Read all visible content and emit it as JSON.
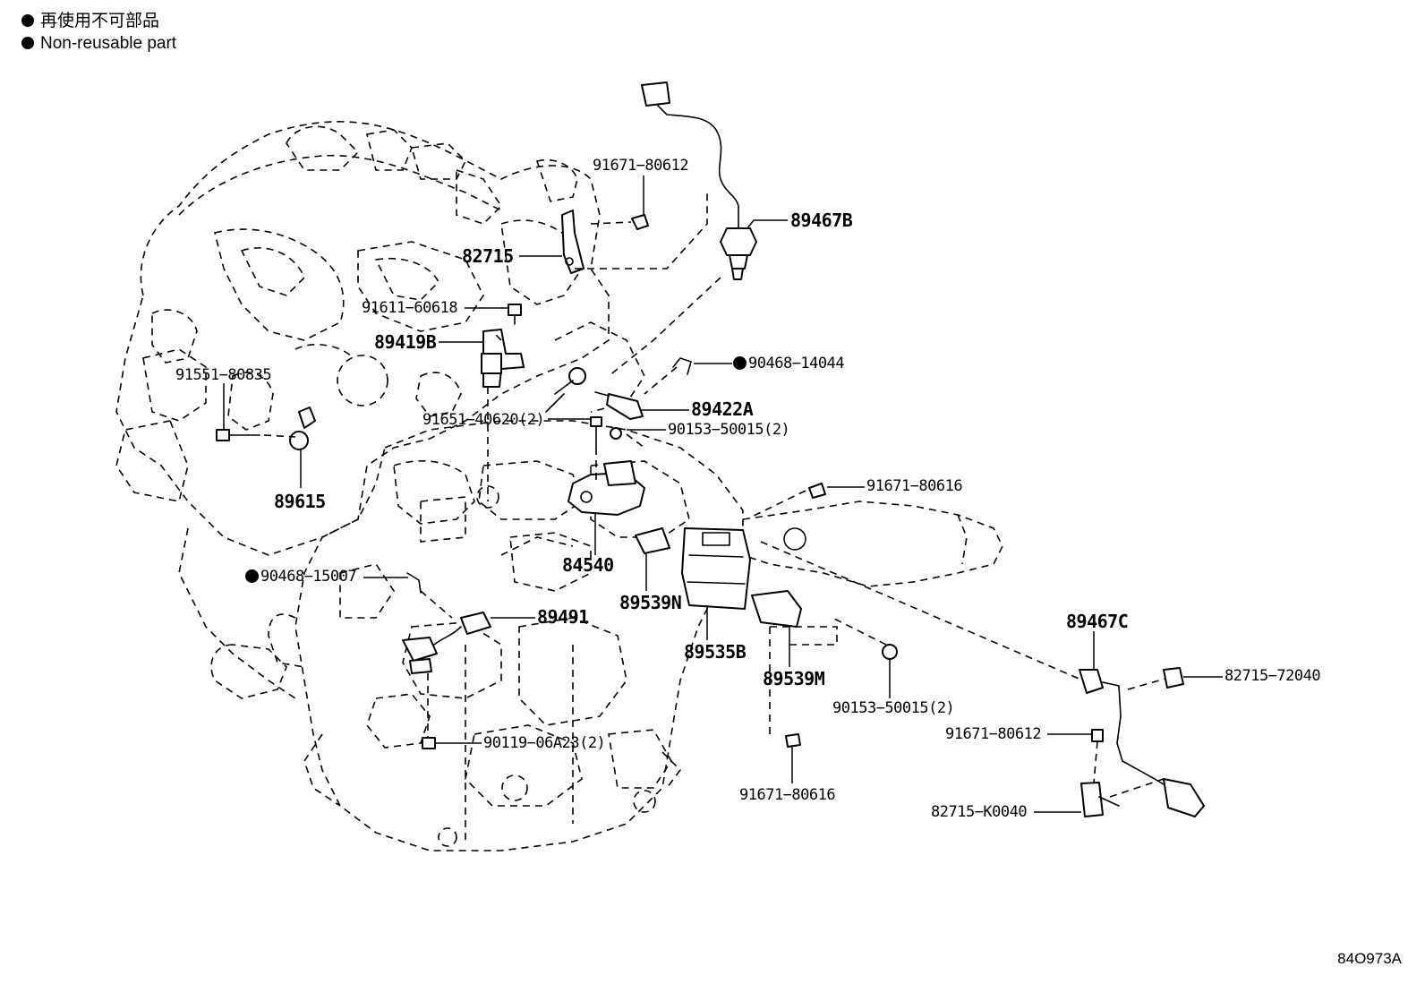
{
  "legend": {
    "line1": "再使用不可部品",
    "line2": "Non-reusable part"
  },
  "labels": {
    "p91671_80612_top": "91671−80612",
    "p89467B": "89467B",
    "p82715": "82715",
    "p91611_60618": "91611−60618",
    "p89419B": "89419B",
    "p90468_14044": "90468−14044",
    "p91551_80835": "91551−80835",
    "p89422A": "89422A",
    "p91651_40620": "91651−40620(2)",
    "p90153_50015_top": "90153−50015(2)",
    "p89615": "89615",
    "p91671_80616_top": "91671−80616",
    "p90468_15007": "90468−15007",
    "p84540": "84540",
    "p89539N": "89539N",
    "p89491": "89491",
    "p89535B": "89535B",
    "p89467C": "89467C",
    "p82715_72040": "82715−72040",
    "p89539M": "89539M",
    "p90153_50015_bot": "90153−50015(2)",
    "p91671_80612_bot": "91671−80612",
    "p90119_06A23": "90119−06A23(2)",
    "p91671_80616_bot": "91671−80616",
    "p82715_K0040": "82715−K0040"
  },
  "drawing_code": "84O973A"
}
